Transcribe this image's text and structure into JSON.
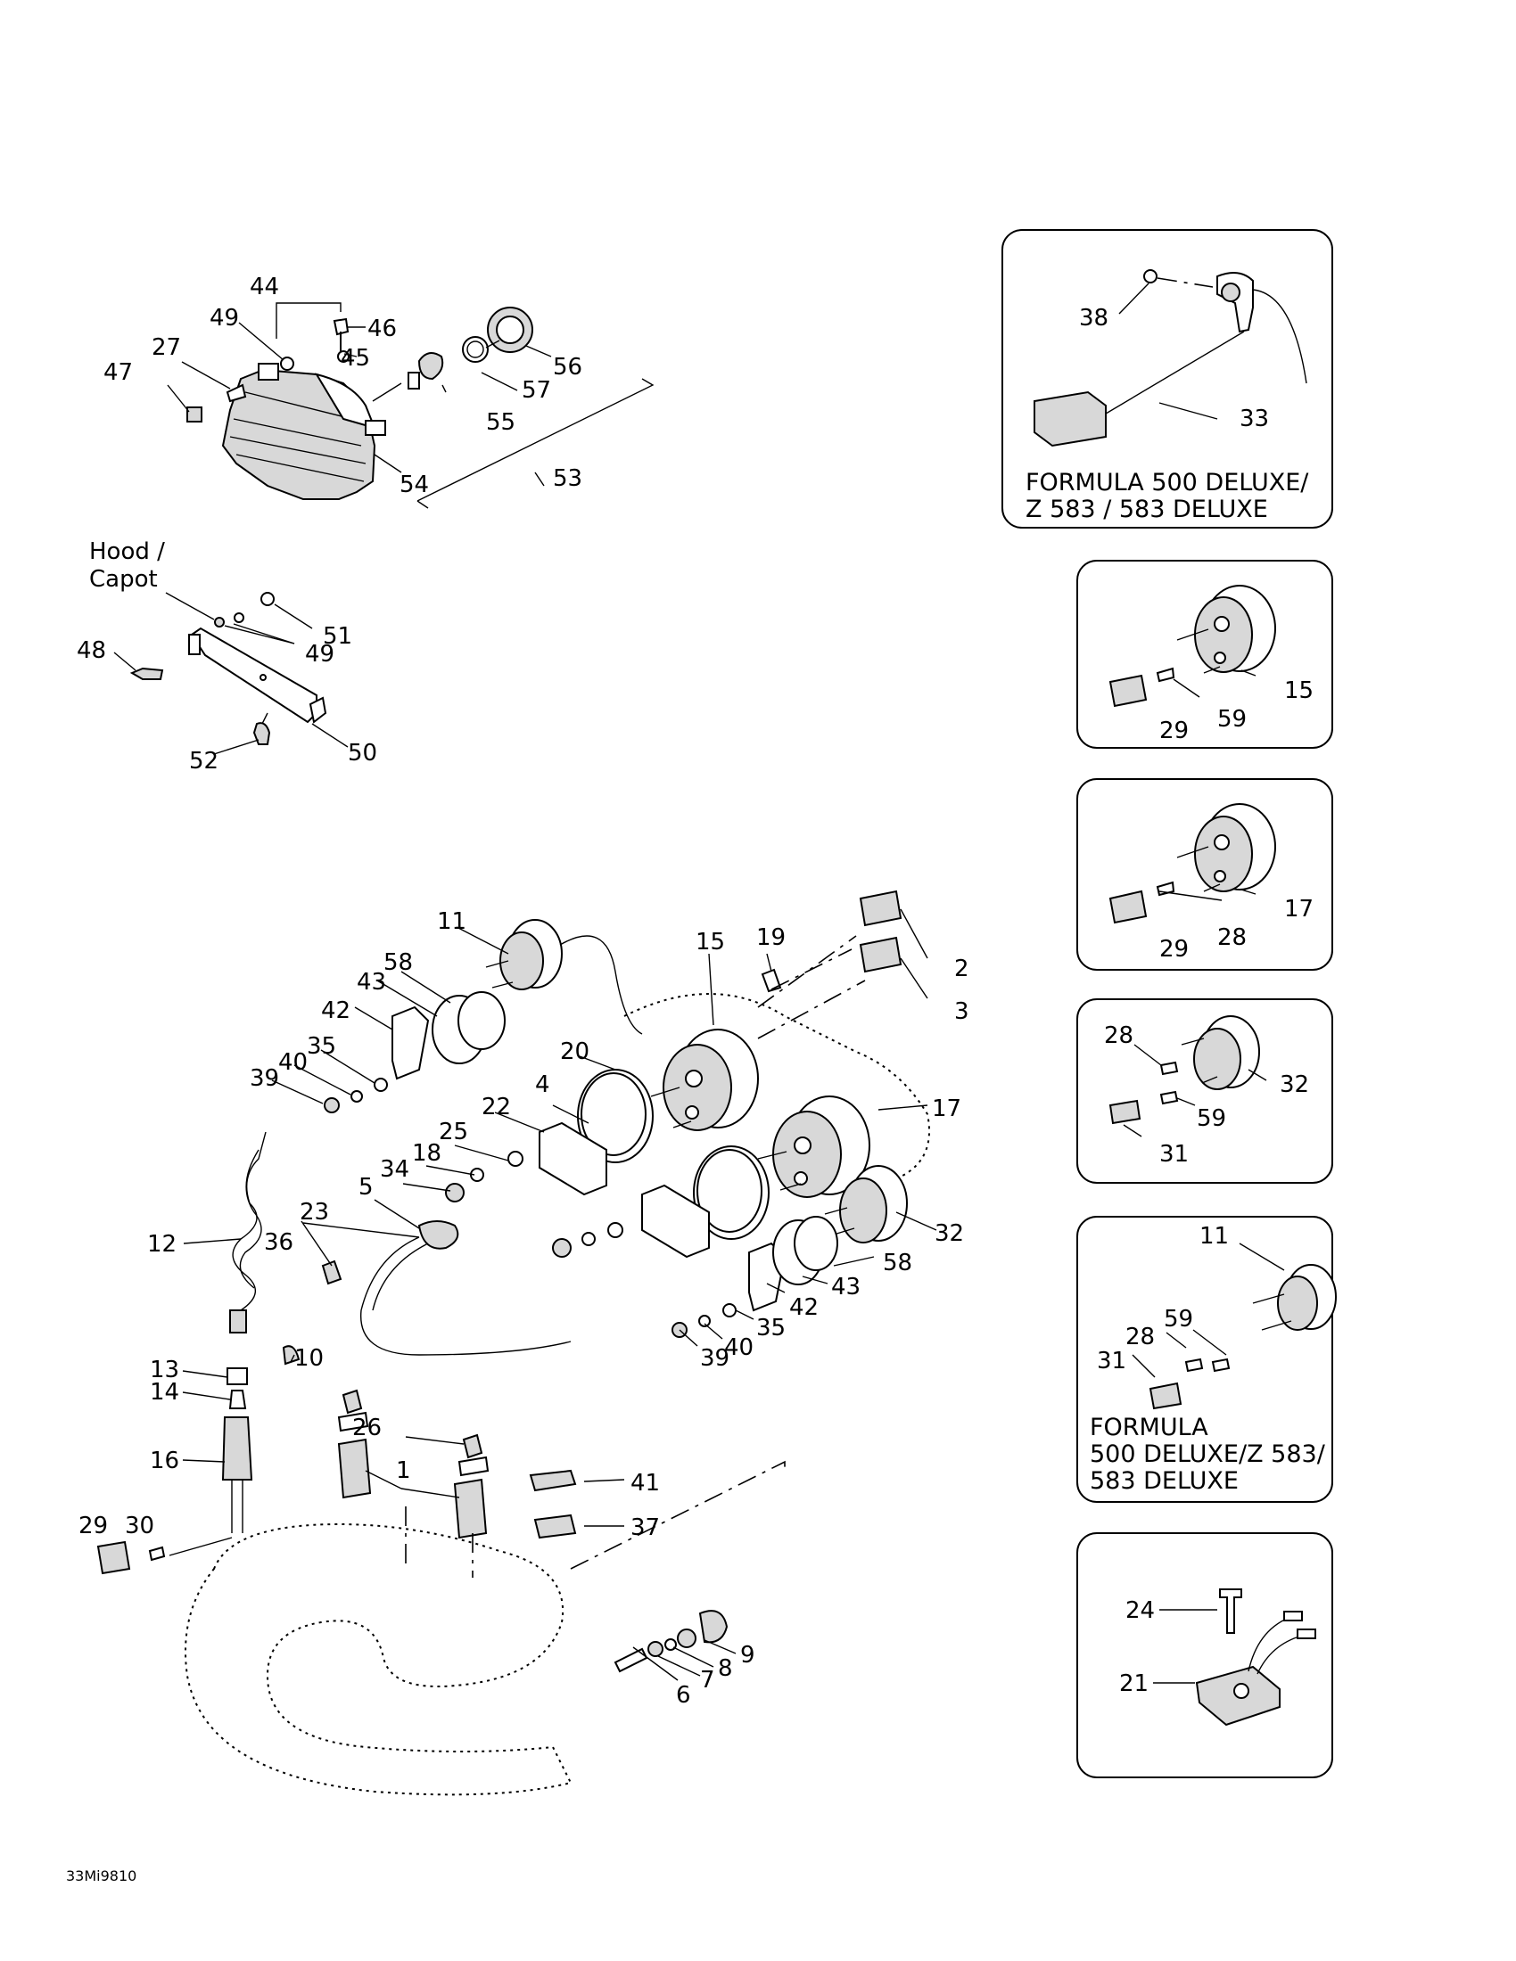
{
  "diagram": {
    "drawing_code": "33Mi9810",
    "side_labels": {
      "hood": "Hood /",
      "capot": "Capot"
    },
    "inset_captions": {
      "fuel_sender": [
        "FORMULA 500 DELUXE/",
        "Z 583 / 583 DELUXE"
      ],
      "gauge_11": [
        "FORMULA",
        "500 DELUXE/Z 583/",
        "583 DELUXE"
      ]
    },
    "callouts": {
      "c1": "1",
      "c2": "2",
      "c3": "3",
      "c4": "4",
      "c5": "5",
      "c6": "6",
      "c7": "7",
      "c8": "8",
      "c9": "9",
      "c10": "10",
      "c11": "11",
      "c12": "12",
      "c13": "13",
      "c14": "14",
      "c15": "15",
      "c16": "16",
      "c17": "17",
      "c18": "18",
      "c19": "19",
      "c20": "20",
      "c21": "21",
      "c22": "22",
      "c23": "23",
      "c24": "24",
      "c25": "25",
      "c26": "26",
      "c27": "27",
      "c28": "28",
      "c29": "29",
      "c30": "30",
      "c31": "31",
      "c32": "32",
      "c33": "33",
      "c34": "34",
      "c35": "35",
      "c36": "36",
      "c37": "37",
      "c38": "38",
      "c39": "39",
      "c40": "40",
      "c41": "41",
      "c42": "42",
      "c43": "43",
      "c44": "44",
      "c45": "45",
      "c46": "46",
      "c47": "47",
      "c48": "48",
      "c49": "49",
      "c50": "50",
      "c51": "51",
      "c52": "52",
      "c53": "53",
      "c54": "54",
      "c55": "55",
      "c56": "56",
      "c57": "57",
      "c58": "58",
      "c59": "59"
    }
  }
}
